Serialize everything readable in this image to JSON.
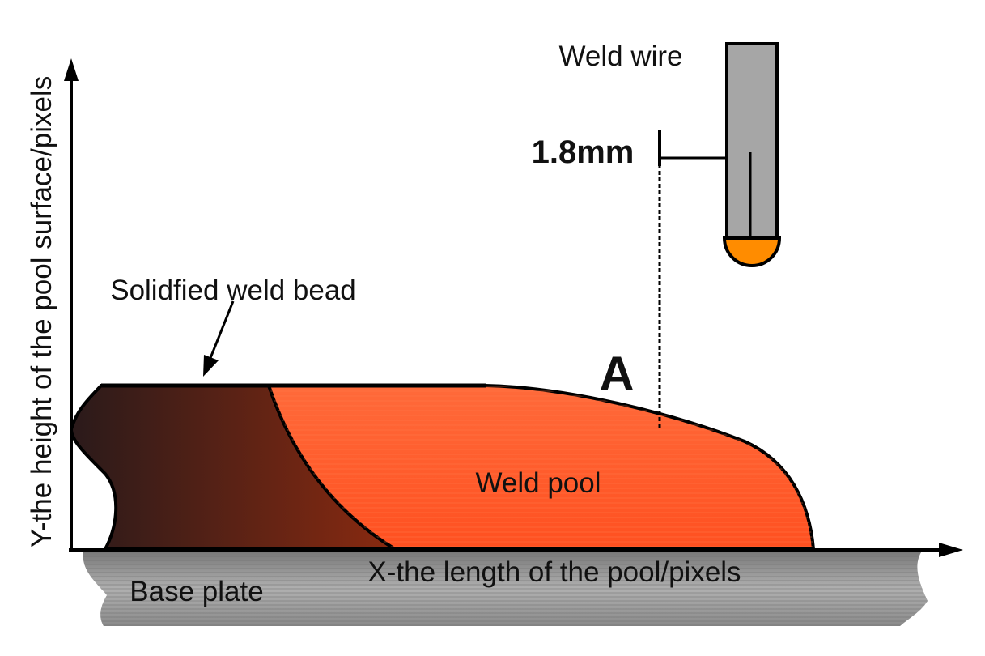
{
  "labels": {
    "y_axis": "Y-the height of the pool surface/pixels",
    "x_axis": "X-the length of the pool/pixels",
    "weld_wire": "Weld wire",
    "distance": "1.8mm",
    "solidified_bead": "Solidfied weld bead",
    "point_a": "A",
    "weld_pool": "Weld pool",
    "base_plate": "Base plate"
  },
  "colors": {
    "weld_pool": "#ff5a2a",
    "solidified_bead_dark": "#2a1a1a",
    "solidified_bead_light": "#8a2a10",
    "base_plate": "#9a9a9a",
    "weld_wire": "#a6a6a6",
    "droplet": "#ff8c00",
    "outline": "#000000"
  }
}
